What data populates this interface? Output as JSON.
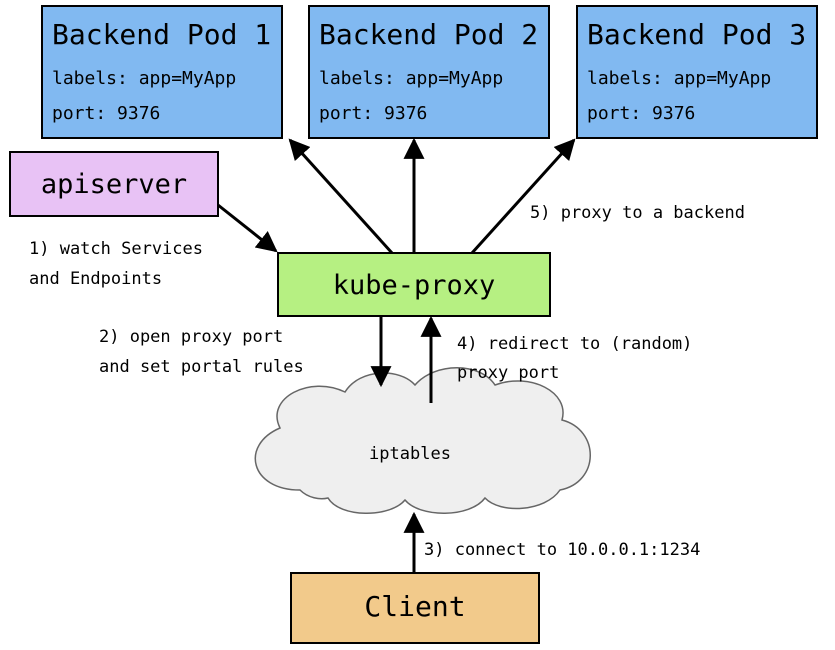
{
  "pods": [
    {
      "title": "Backend Pod 1",
      "labels": "labels: app=MyApp",
      "port": "port: 9376"
    },
    {
      "title": "Backend Pod 2",
      "labels": "labels: app=MyApp",
      "port": "port: 9376"
    },
    {
      "title": "Backend Pod 3",
      "labels": "labels: app=MyApp",
      "port": "port: 9376"
    }
  ],
  "apiserver": {
    "label": "apiserver"
  },
  "kube_proxy": {
    "label": "kube-proxy"
  },
  "iptables": {
    "label": "iptables"
  },
  "client": {
    "label": "Client"
  },
  "steps": {
    "watch": {
      "line1": "1) watch Services",
      "line2": "and Endpoints"
    },
    "open": {
      "line1": "2) open proxy port",
      "line2": "and set portal rules"
    },
    "connect": {
      "line1": "3) connect to 10.0.0.1:1234"
    },
    "redirect": {
      "line1": "4) redirect to (random)",
      "line2": "proxy port"
    },
    "proxy": {
      "line1": "5) proxy to a backend"
    }
  },
  "colors": {
    "pod_fill": "#81b9f1",
    "apiserver_fill": "#e8c2f5",
    "kube_proxy_fill": "#b6f082",
    "iptables_fill": "#efefef",
    "client_fill": "#f2ca8b",
    "stroke": "#000000"
  }
}
